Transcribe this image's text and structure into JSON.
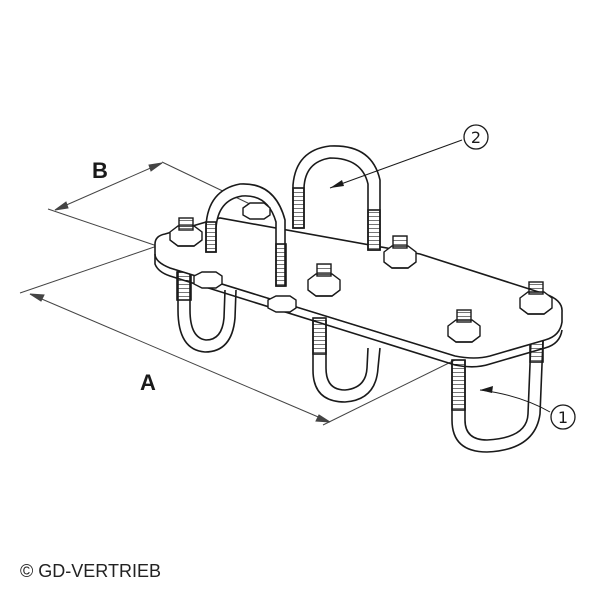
{
  "dimensions": {
    "length_label": "A",
    "width_label": "B"
  },
  "callouts": [
    {
      "label": "1",
      "part": "u-bolt-lower"
    },
    {
      "label": "2",
      "part": "u-bolt-upper"
    }
  ],
  "copyright": "© GD-VERTRIEB",
  "colors": {
    "line": "#1a1a1a",
    "dimension_line": "#444444",
    "metal_fill": "#ffffff",
    "shade": "#c8c8c8"
  }
}
